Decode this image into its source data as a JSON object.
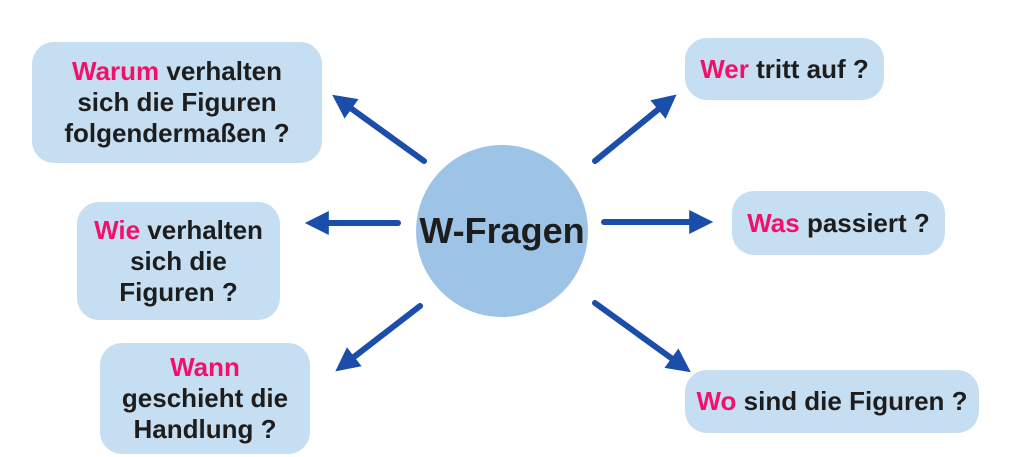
{
  "center": {
    "label": "W-Fragen"
  },
  "nodes": [
    {
      "id": "warum",
      "lines": [
        {
          "pink": "Warum",
          "rest": " verhalten"
        },
        {
          "rest": "sich die Figuren"
        },
        {
          "rest": "folgendermaßen ?"
        }
      ]
    },
    {
      "id": "wie",
      "lines": [
        {
          "pink": "Wie",
          "rest": " verhalten"
        },
        {
          "rest": "sich die"
        },
        {
          "rest": "Figuren ?"
        }
      ]
    },
    {
      "id": "wann",
      "lines": [
        {
          "pink": "Wann"
        },
        {
          "rest": "geschieht die"
        },
        {
          "rest": "Handlung ?"
        }
      ]
    },
    {
      "id": "wer",
      "lines": [
        {
          "pink": "Wer",
          "rest": " tritt auf ?"
        }
      ]
    },
    {
      "id": "was",
      "lines": [
        {
          "pink": "Was",
          "rest": " passiert ?"
        }
      ]
    },
    {
      "id": "wo",
      "lines": [
        {
          "pink": "Wo",
          "rest": " sind die Figuren ?"
        }
      ]
    }
  ],
  "colors": {
    "background": "#ffffff",
    "box_fill": "#c6def1",
    "circle_fill": "#9dc3e6",
    "arrow": "#1b4dab",
    "highlight": "#f0116b",
    "text": "#1d1d1d"
  }
}
